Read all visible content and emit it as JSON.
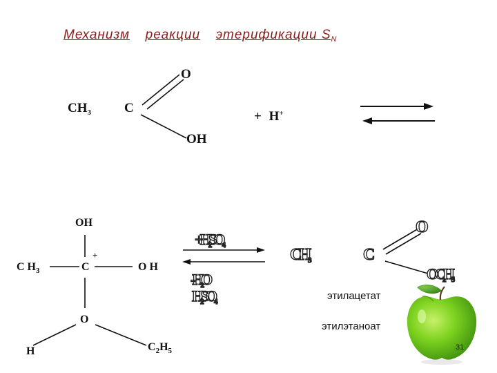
{
  "title": {
    "part1": "Механизм",
    "part2": "реакции",
    "part3": "этерификации S",
    "sub": "N"
  },
  "reaction1": {
    "ch3": "CH",
    "ch3_sub": "3",
    "carbon": "C",
    "oxygen": "O",
    "hydroxyl": "OH",
    "plus": "+",
    "proton": "H",
    "proton_charge": "+"
  },
  "intermediate": {
    "oh_top": "OH",
    "charge": "+",
    "ch3": "C H",
    "ch3_sub": "3",
    "carbon": "C",
    "oh_right": "O H",
    "oxygen": "O",
    "hydrogen": "H",
    "ethyl": "C",
    "ethyl_sub1": "2",
    "ethyl_h": "H",
    "ethyl_sub2": "5"
  },
  "conditions": {
    "top": "+H",
    "top_sub": "2",
    "top_mid": "SO",
    "top_sub2": "4",
    "bottom1": "-H",
    "bottom1_sub": "2",
    "bottom1_end": "O",
    "bottom2": "H",
    "bottom2_sub": "2",
    "bottom2_mid": "SO",
    "bottom2_sub2": "4"
  },
  "product": {
    "ch3": "CH",
    "ch3_sub": "3",
    "carbon": "C",
    "oxygen": "O",
    "oc2h5": "OC",
    "oc2h5_sub1": "2",
    "oc2h5_h": "H",
    "oc2h5_sub2": "5"
  },
  "captions": {
    "name1": "этилацетат",
    "name2": "этилэтаноат"
  },
  "page_number": "31",
  "icons": [
    "green-apple-icon",
    "equilibrium-arrows-icon"
  ],
  "colors": {
    "title": "#8b1a1a",
    "apple": "#6cc217",
    "leaf": "#3e8f1c"
  }
}
